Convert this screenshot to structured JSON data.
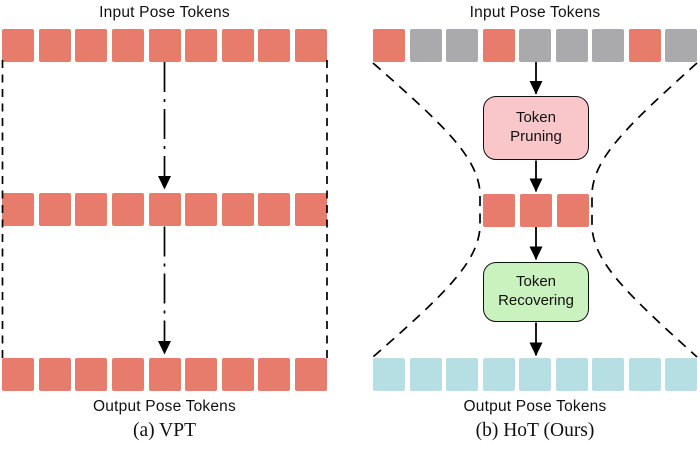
{
  "colors": {
    "red": "#E77B6C",
    "gray": "#AAAAAC",
    "cyan": "#B5DFE3",
    "pruning_fill": "#F9C7C9",
    "recovering_fill": "#CAF2BF",
    "line": "#000000"
  },
  "panels": [
    {
      "title": "Input Pose Tokens",
      "output_label": "Output Pose Tokens",
      "caption": "(a) VPT",
      "rows": {
        "input": [
          "red",
          "red",
          "red",
          "red",
          "red",
          "red",
          "red",
          "red",
          "red"
        ],
        "hidden": [
          "red",
          "red",
          "red",
          "red",
          "red",
          "red",
          "red",
          "red",
          "red"
        ],
        "output": [
          "red",
          "red",
          "red",
          "red",
          "red",
          "red",
          "red",
          "red",
          "red"
        ]
      }
    },
    {
      "title": "Input Pose Tokens",
      "output_label": "Output Pose Tokens",
      "caption": "(b) HoT (Ours)",
      "boxes": {
        "pruning": "Token\nPruning",
        "recovering": "Token\nRecovering"
      },
      "rows": {
        "input": [
          "red",
          "gray",
          "gray",
          "red",
          "gray",
          "gray",
          "gray",
          "red",
          "gray"
        ],
        "pruned": [
          "red",
          "red",
          "red"
        ],
        "output": [
          "cyan",
          "cyan",
          "cyan",
          "cyan",
          "cyan",
          "cyan",
          "cyan",
          "cyan",
          "cyan"
        ]
      }
    }
  ]
}
